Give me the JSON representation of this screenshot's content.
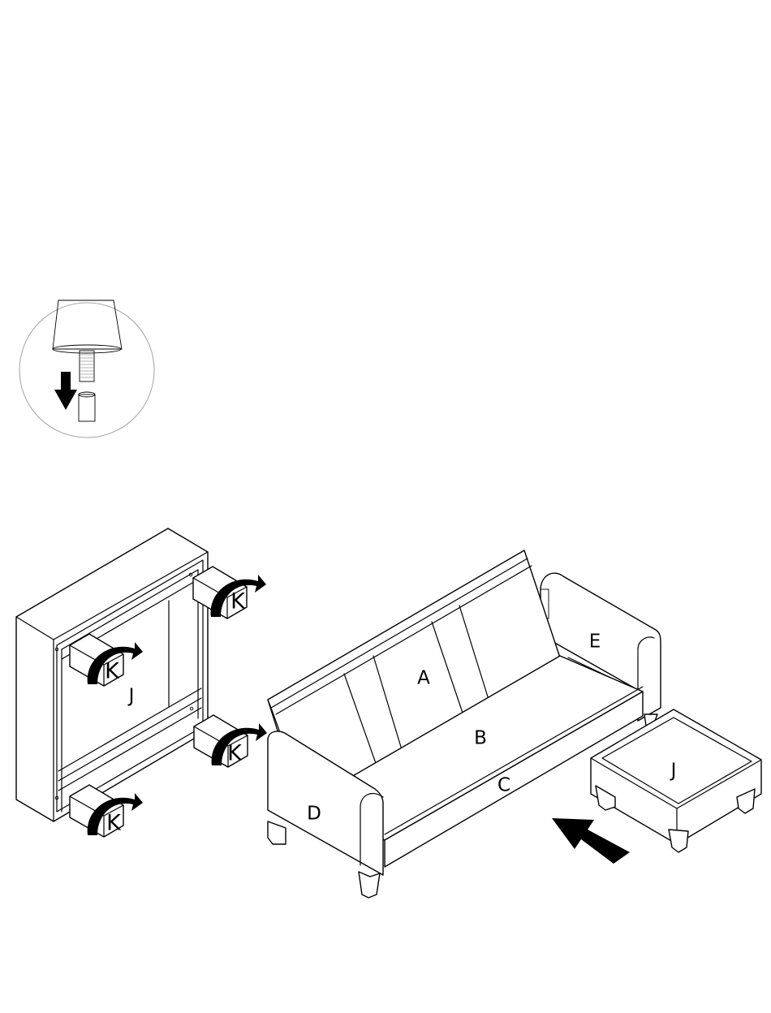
{
  "labels": {
    "frame_j": "J",
    "leg_k": "K",
    "sofa_a": "A",
    "sofa_b": "B",
    "sofa_c": "C",
    "sofa_d": "D",
    "sofa_e": "E",
    "ottoman_j": "J"
  }
}
